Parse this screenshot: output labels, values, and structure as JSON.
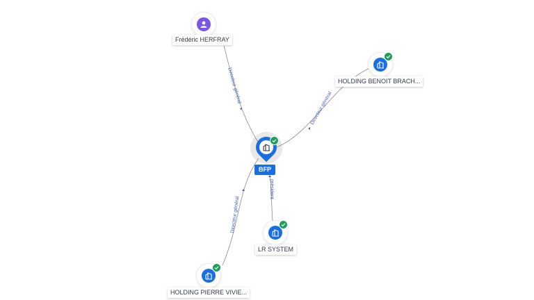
{
  "center": {
    "label": "BFP",
    "icon": "company-icon",
    "verified": true
  },
  "nodes": [
    {
      "id": "herfray",
      "label": "Frédéric HERFRAY",
      "icon": "person-icon",
      "verified": false
    },
    {
      "id": "benoit",
      "label": "HOLDING BENOIT BRACH...",
      "icon": "company-icon",
      "verified": true
    },
    {
      "id": "lrsystem",
      "label": "LR SYSTEM",
      "icon": "company-icon",
      "verified": true
    },
    {
      "id": "pierre",
      "label": "HOLDING PIERRE VIVIE...",
      "icon": "company-icon",
      "verified": true
    }
  ],
  "edges": [
    {
      "from": "herfray",
      "label": "Directeur général"
    },
    {
      "from": "benoit",
      "label": "Directeur général"
    },
    {
      "from": "lrsystem",
      "label": "président"
    },
    {
      "from": "pierre",
      "label": "Directeur général"
    }
  ],
  "colors": {
    "primary": "#1a6fe0",
    "person": "#7b57e8",
    "verified": "#1e9e5b",
    "edge": "#8a8a8a",
    "edge_label": "#4a5fc0"
  }
}
